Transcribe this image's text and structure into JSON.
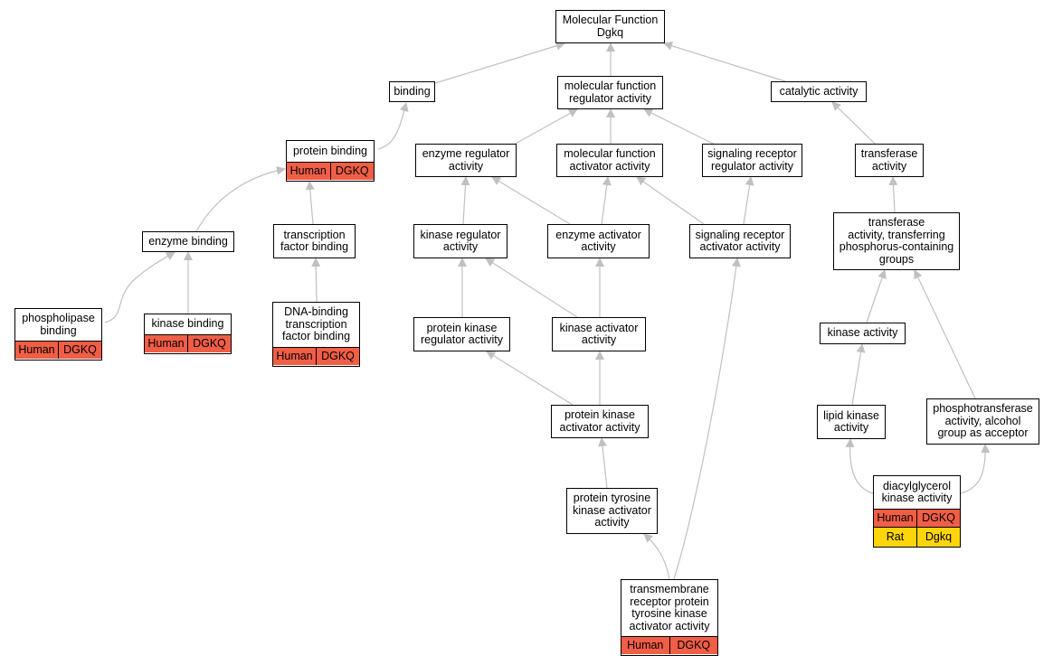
{
  "nodes": {
    "mf": "Molecular Function\nDgkq",
    "binding": "binding",
    "mfra": "molecular function\nregulator activity",
    "catalytic": "catalytic activity",
    "protein_binding": "protein binding",
    "enzyme_reg": "enzyme regulator\nactivity",
    "mfaa": "molecular function\nactivator activity",
    "sig_rec_reg": "signaling receptor\nregulator activity",
    "transferase": "transferase\nactivity",
    "enzyme_binding": "enzyme binding",
    "tf_binding": "transcription\nfactor binding",
    "kinase_reg": "kinase regulator\nactivity",
    "enzyme_act": "enzyme activator\nactivity",
    "sig_rec_act": "signaling receptor\nactivator activity",
    "transferase_p": "transferase\nactivity, transferring\nphosphorus-containing\ngroups",
    "phospholipase": "phospholipase\nbinding",
    "kinase_binding": "kinase binding",
    "dna_tf": "DNA-binding\ntranscription\nfactor binding",
    "pk_reg": "protein kinase\nregulator activity",
    "kinase_act": "kinase activator\nactivity",
    "kinase_activity": "kinase activity",
    "pk_act": "protein kinase\nactivator activity",
    "lipid_kinase": "lipid kinase\nactivity",
    "phosphotransferase": "phosphotransferase\nactivity, alcohol\ngroup as acceptor",
    "ptk_act": "protein tyrosine\nkinase activator\nactivity",
    "dgk": "diacylglycerol\nkinase activity",
    "tm_rtk": "transmembrane\nreceptor protein\ntyrosine kinase\nactivator activity"
  },
  "annotations": {
    "human": "Human",
    "rat": "Rat",
    "human_gene": "DGKQ",
    "rat_gene": "Dgkq"
  },
  "colors": {
    "human": "#f15e46",
    "rat": "#fdd50a",
    "edge": "#c0c0c0"
  }
}
